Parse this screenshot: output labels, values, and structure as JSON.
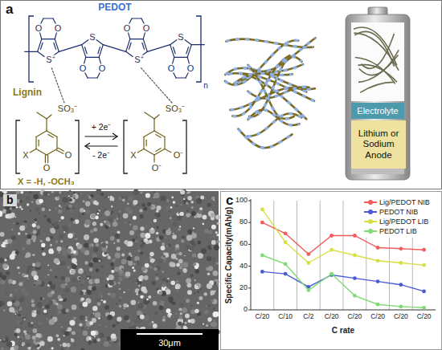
{
  "diagram": {
    "nodes": [
      {
        "text": [
          "a"
        ]
      },
      {
        "text": [
          "Electrolyte"
        ],
        "in": 0
      },
      {
        "text": [
          "Lithium or Sodium Anode"
        ],
        "in": 0
      },
      {
        "text": [
          "b"
        ]
      },
      {
        "text": [
          "c"
        ]
      }
    ],
    "labels": [
      "PEDOT",
      "O",
      "O",
      "O",
      "O",
      "O",
      "O",
      "O",
      "O",
      "S⁺",
      "S",
      "S⁺",
      "S",
      "n",
      "Lignin",
      "SO₃⁻",
      "X",
      "O",
      "O",
      "SO₃⁻",
      "X",
      "O⁻",
      "O⁻",
      "+ 2e⁻",
      "- 2e⁻",
      "X = -H, -OCH₃",
      "30μm",
      "Specific Capacity(mAh/g)",
      "0",
      "20",
      "40",
      "60",
      "80",
      "100",
      "C/20",
      "C/10",
      "C/2",
      "C/20",
      "C/20",
      "C/20",
      "C/20",
      "C/20",
      "C rate"
    ],
    "legend": [
      {
        "text": "Lig/PEDOT NIB",
        "color": "#f25c5c"
      },
      {
        "text": "PEDOT NIB",
        "color": "#4a5bd4"
      },
      {
        "text": "Lig/PEDOT LIB",
        "color": "#d6e044"
      },
      {
        "text": "PEDOT LIB",
        "color": "#7edc74"
      }
    ]
  }
}
